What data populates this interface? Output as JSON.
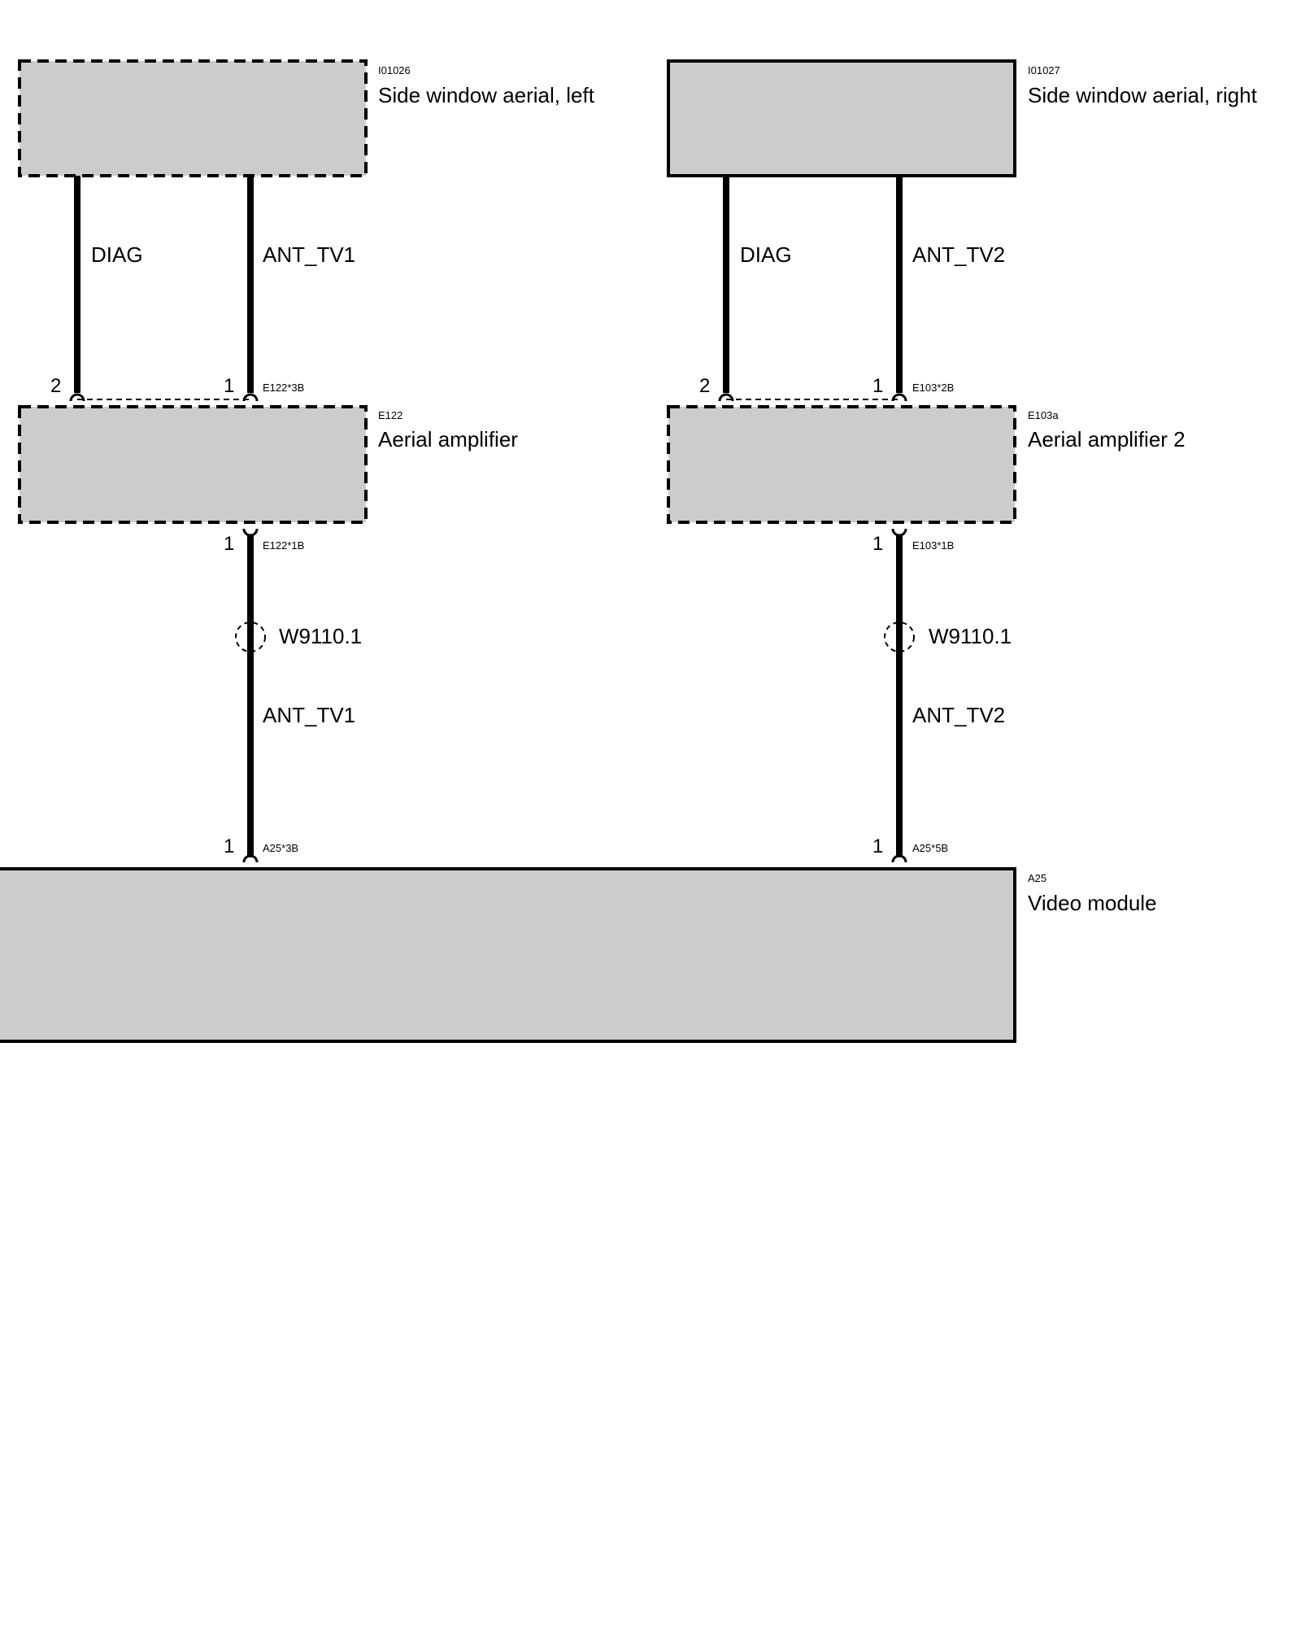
{
  "components": {
    "aerial_left": {
      "code": "I01026",
      "name": "Side window aerial, left"
    },
    "aerial_right": {
      "code": "I01027",
      "name": "Side window aerial, right"
    },
    "amp_left": {
      "code": "E122",
      "name": "Aerial amplifier"
    },
    "amp_right": {
      "code": "E103a",
      "name": "Aerial amplifier 2"
    },
    "video_module": {
      "code": "A25",
      "name": "Video module"
    }
  },
  "wires": {
    "left_diag": "DIAG",
    "left_ant_upper": "ANT_TV1",
    "right_diag": "DIAG",
    "right_ant_upper": "ANT_TV2",
    "left_ant_lower": "ANT_TV1",
    "right_ant_lower": "ANT_TV2"
  },
  "connectors": {
    "e122_3b": "E122*3B",
    "e103_2b": "E103*2B",
    "e122_1b": "E122*1B",
    "e103_1b": "E103*1B",
    "a25_3b": "A25*3B",
    "a25_5b": "A25*5B"
  },
  "pins": {
    "left_upper_diag": "2",
    "left_upper_ant": "1",
    "right_upper_diag": "2",
    "right_upper_ant": "1",
    "left_amp_out": "1",
    "right_amp_out": "1",
    "left_video_in": "1",
    "right_video_in": "1"
  },
  "shields": {
    "left": "W9110.1",
    "right": "W9110.1"
  },
  "colors": {
    "component_fill": "#cccccc",
    "line": "#000000",
    "background": "#ffffff"
  }
}
